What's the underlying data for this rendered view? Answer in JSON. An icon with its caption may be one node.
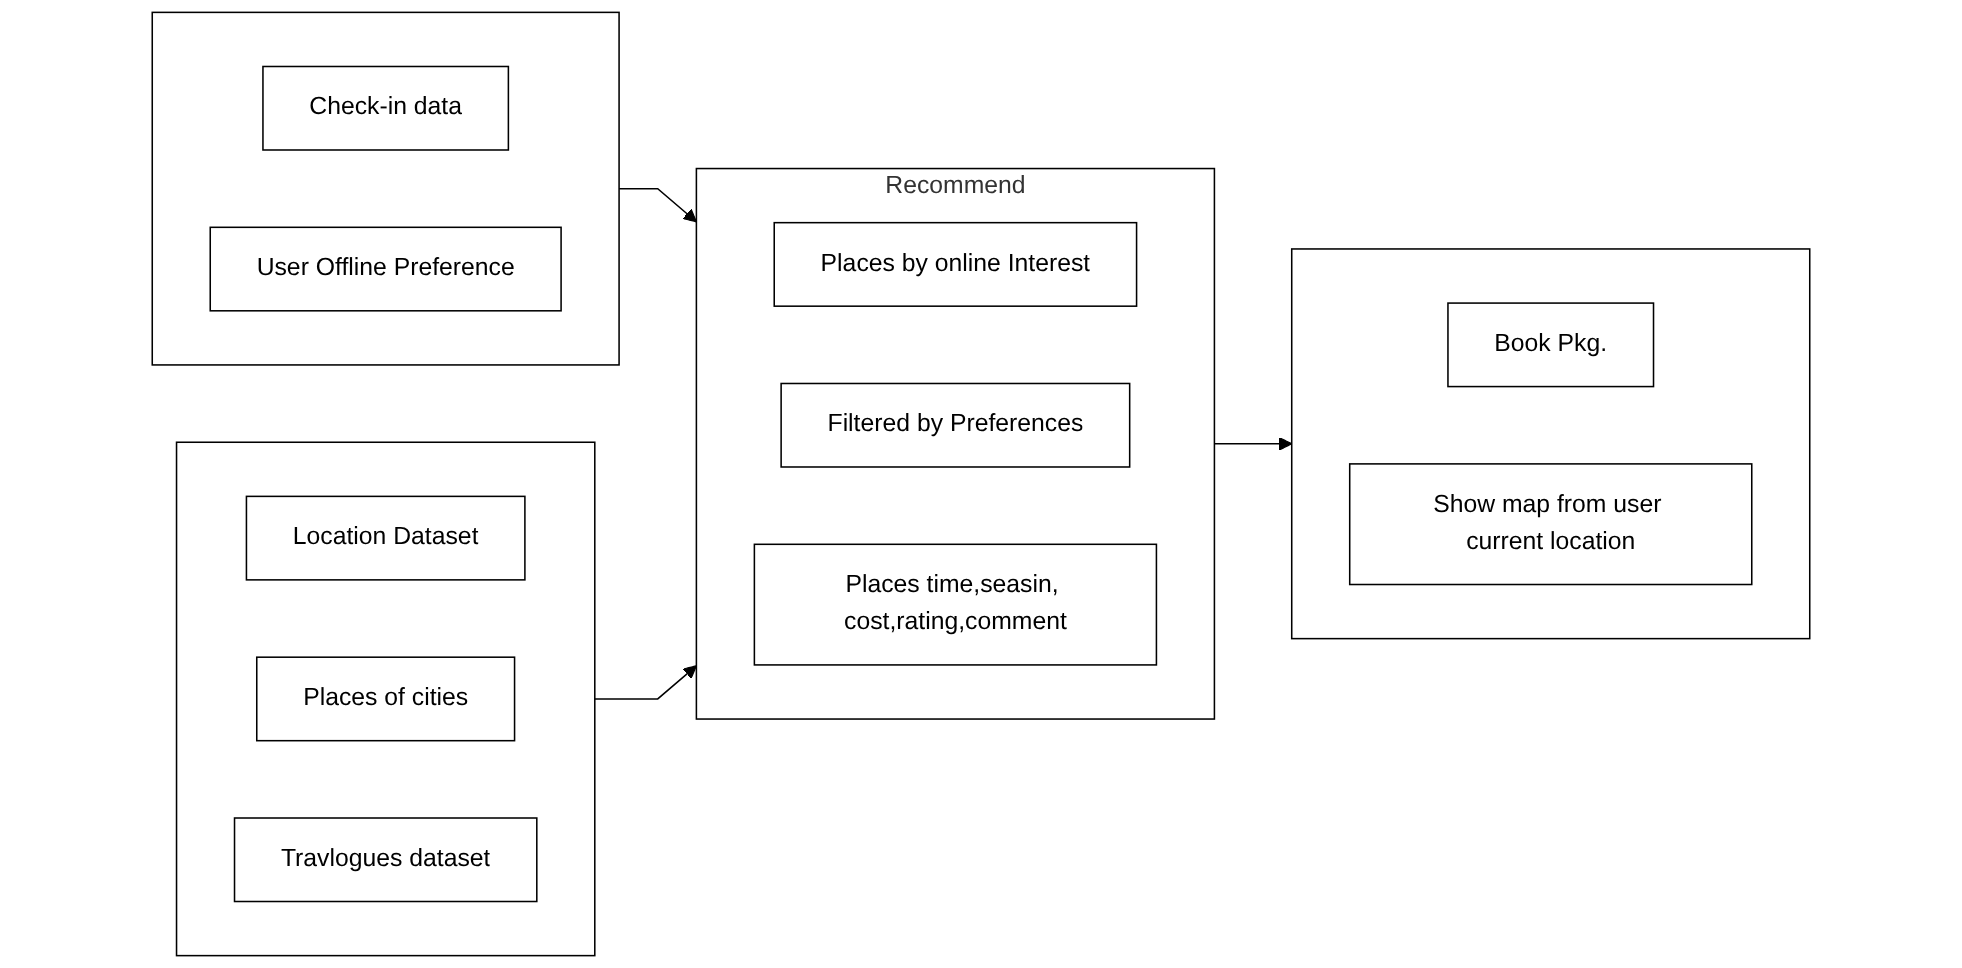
{
  "diagram": {
    "nodes": [
      {
        "text": [],
        "shape": "box"
      },
      {
        "text": [
          "Check-in data"
        ],
        "in": 0
      },
      {
        "text": [
          "User Offline Preference"
        ],
        "in": 0
      },
      {
        "text": [],
        "shape": "box"
      },
      {
        "text": [
          "Location Dataset"
        ],
        "in": 3
      },
      {
        "text": [
          "Places of cities"
        ],
        "in": 3
      },
      {
        "text": [
          "Travlogues dataset"
        ],
        "in": 3
      },
      {
        "text": [
          "Recommend"
        ]
      },
      {
        "text": [
          "Places by online Interest"
        ],
        "in": 7
      },
      {
        "text": [
          "Filtered by Preferences"
        ],
        "in": 7
      },
      {
        "text": [
          "Places time,seasin, cost,rating,comment"
        ],
        "in": 7
      },
      {
        "text": [],
        "shape": "box"
      },
      {
        "text": [
          "Book Pkg."
        ],
        "in": 11
      },
      {
        "text": [
          "Show map from user current location"
        ],
        "in": 11
      }
    ],
    "edges": [
      {
        "from": 0,
        "to": 7,
        "arrow": "to"
      },
      {
        "from": 3,
        "to": 7,
        "arrow": "to"
      },
      {
        "from": 7,
        "to": 11,
        "arrow": "to"
      }
    ]
  }
}
